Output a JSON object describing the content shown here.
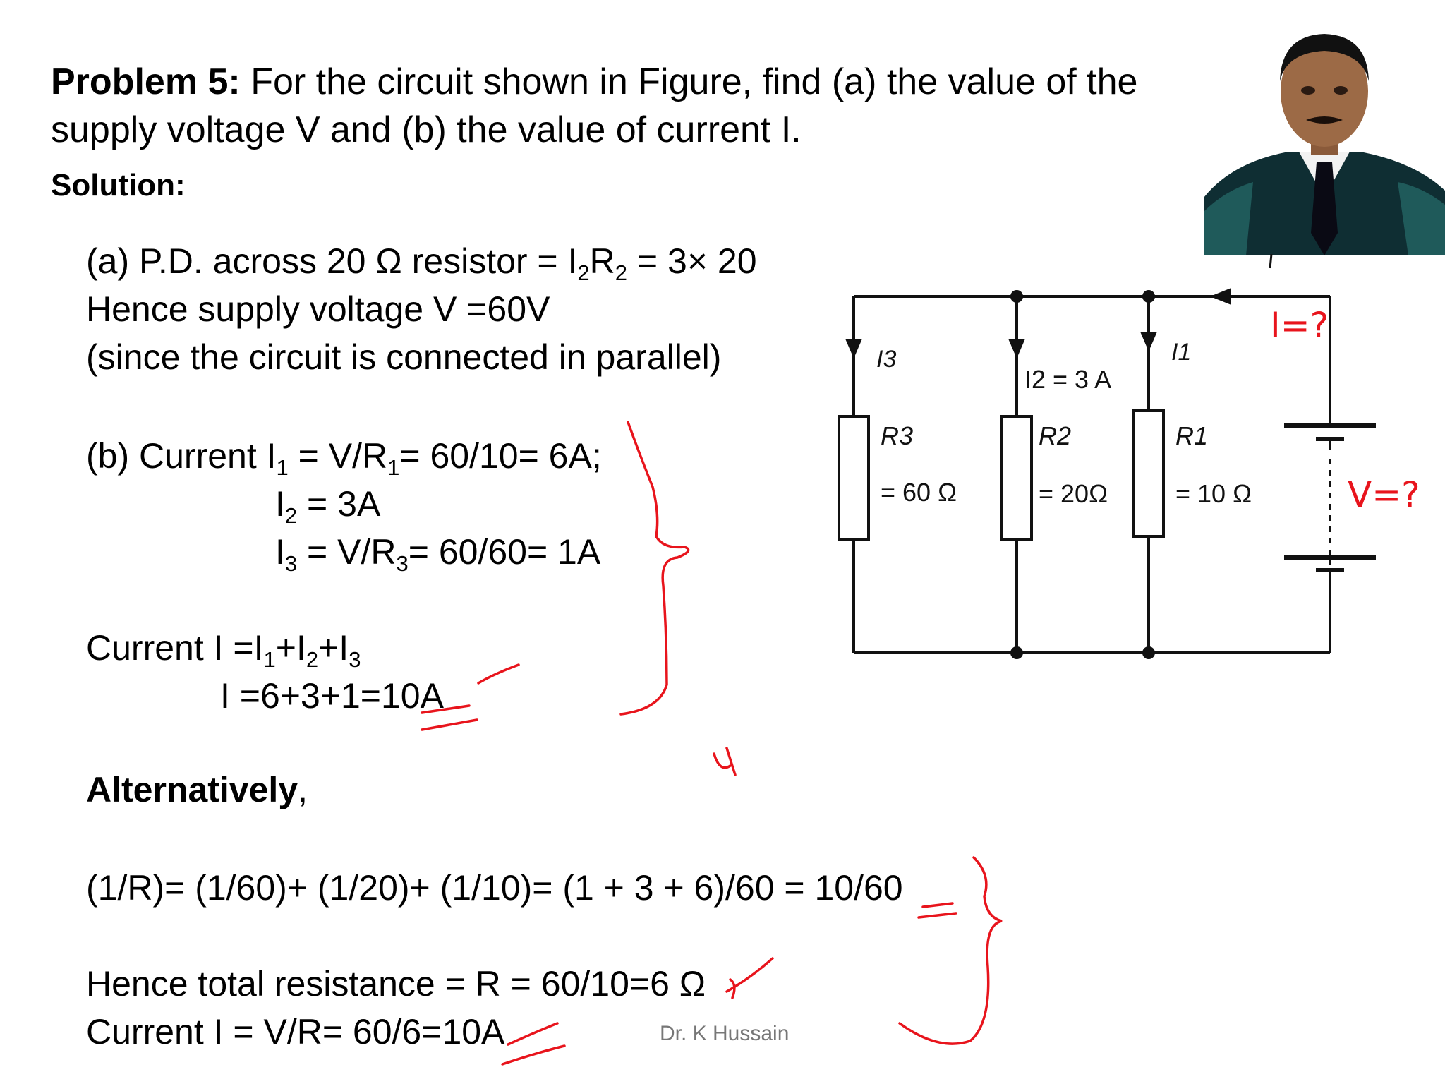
{
  "problem": {
    "label": "Problem 5:",
    "text_line1": "For the circuit shown in Figure, find (a) the value of the",
    "text_line2": "supply voltage V and (b) the value of current I."
  },
  "solution_label": "Solution:",
  "part_a": {
    "line1_prefix": "(a) P.D. across 20 Ω resistor = I",
    "line1_sub1": "2",
    "line1_mid": "R",
    "line1_sub2": "2",
    "line1_suffix": " = 3× 20",
    "line2": "Hence supply voltage V =60V",
    "line3": "(since the circuit is connected in parallel)"
  },
  "part_b": {
    "i1_prefix": "(b) Current I",
    "i1_sub": "1",
    "i1_mid": " = V/R",
    "i1_sub2": "1",
    "i1_suffix": "= 60/10= 6A;",
    "i2_prefix": "I",
    "i2_sub": "2",
    "i2_suffix": " = 3A",
    "i3_prefix": "I",
    "i3_sub": "3",
    "i3_mid": " = V/R",
    "i3_sub2": "3",
    "i3_suffix": "= 60/60= 1A"
  },
  "total": {
    "line1_prefix": "Current I =I",
    "sub1": "1",
    "plus1": "+I",
    "sub2": "2",
    "plus2": "+I",
    "sub3": "3",
    "line2": "I =6+3+1=10A"
  },
  "alternatively": {
    "bold": "Alternatively",
    "comma": ","
  },
  "alt_eq": "(1/R)= (1/60)+ (1/20)+ (1/10)= (1 + 3 + 6)/60 = 10/60",
  "alt_res": "Hence total resistance = R = 60/10=6 Ω",
  "alt_cur": "Current I = V/R= 60/6=10A",
  "footer": "Dr. K Hussain",
  "circuit": {
    "i3_label": "I3",
    "i2_label": "I2 = 3 A",
    "i1_label": "I1",
    "r3_label": "R3",
    "r3_value": "= 60 Ω",
    "r2_label": "R2",
    "r2_value": "= 20Ω",
    "r1_label": "R1",
    "r1_value": "= 10 Ω"
  },
  "annotations": {
    "i_question": "I=?",
    "v_question": "V=?",
    "ink_color": "#e8141c"
  }
}
